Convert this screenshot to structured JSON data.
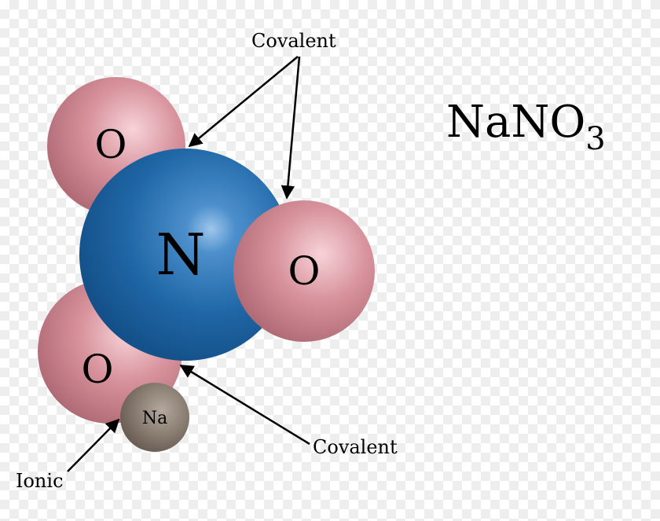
{
  "formula": {
    "main": "NaNO",
    "subscript": "3"
  },
  "atoms": {
    "oxygen_top": "O",
    "oxygen_right": "O",
    "oxygen_bottom": "O",
    "nitrogen": "N",
    "sodium": "Na"
  },
  "callouts": {
    "covalent_top": "Covalent",
    "covalent_bottom": "Covalent",
    "ionic": "Ionic"
  },
  "colors": {
    "oxygen": "#d8939d",
    "nitrogen": "#1f67a6",
    "sodium": "#8a7d72",
    "arrow": "#000000"
  }
}
